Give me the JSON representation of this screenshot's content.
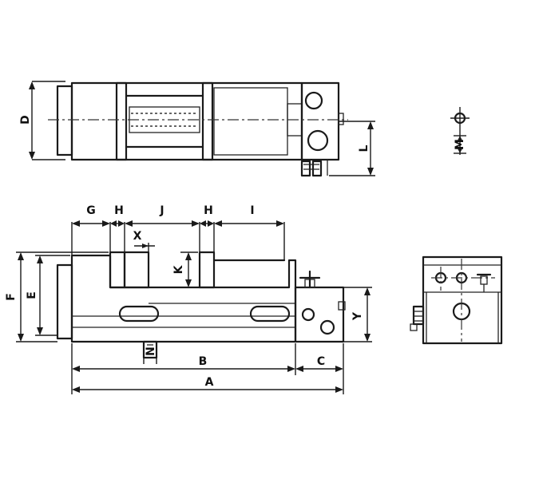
{
  "labels": {
    "A": "A",
    "B": "B",
    "C": "C",
    "D": "D",
    "E": "E",
    "F": "F",
    "G": "G",
    "H1": "H",
    "H2": "H",
    "I": "I",
    "J": "J",
    "K": "K",
    "L": "L",
    "M": "M",
    "N": "N",
    "X": "X",
    "Y": "Y"
  }
}
